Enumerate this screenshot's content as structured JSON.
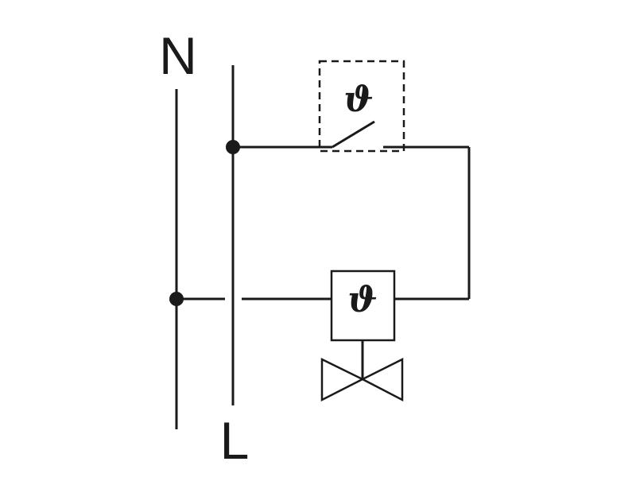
{
  "labels": {
    "neutral": "N",
    "live": "L"
  },
  "thermostat": {
    "symbol": "ϑ"
  },
  "actuator": {
    "symbol": "ϑ"
  },
  "colors": {
    "line": "#1a1a1a",
    "background": "#ffffff"
  }
}
